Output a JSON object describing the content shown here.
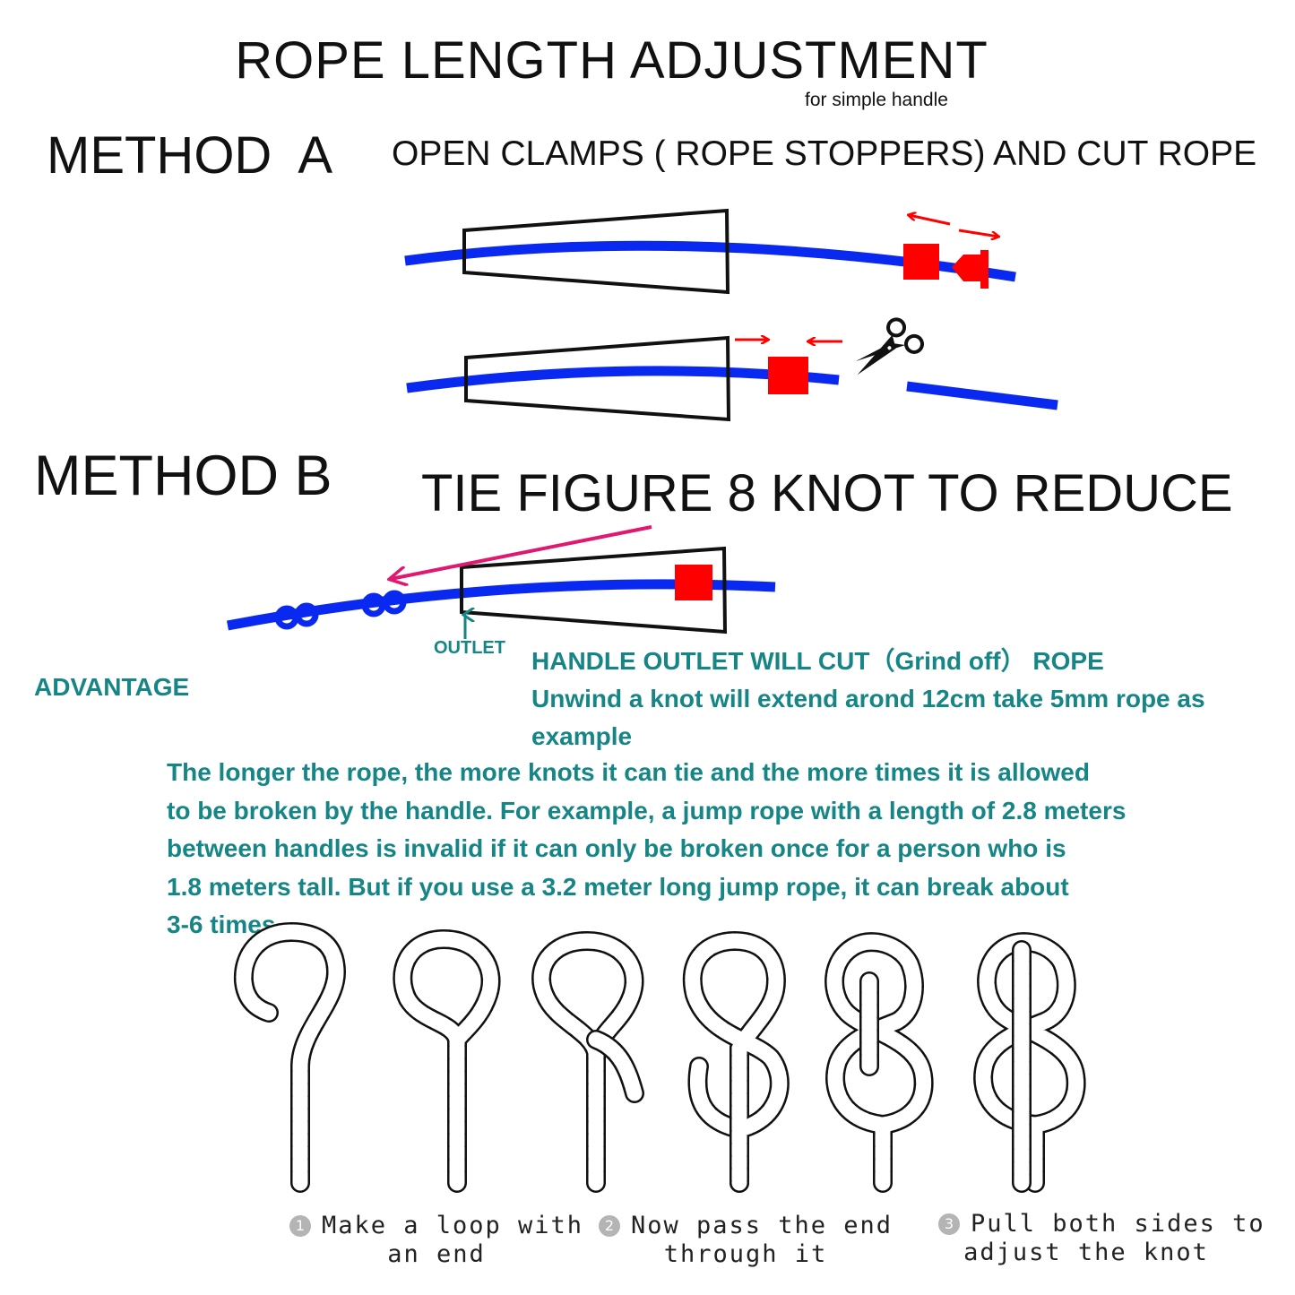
{
  "title": "ROPE LENGTH ADJUSTMENT",
  "subtitle": "for simple handle",
  "method_a": {
    "label": "METHOD  A",
    "instruction": "OPEN CLAMPS ( ROPE STOPPERS) AND CUT ROPE"
  },
  "method_b": {
    "label": "METHOD B",
    "instruction": "TIE FIGURE 8 KNOT TO REDUCE",
    "outlet_label": "OUTLET"
  },
  "advantage_label": "ADVANTAGE",
  "warning_line1": "HANDLE OUTLET WILL CUT（Grind off）  ROPE",
  "warning_line2": "Unwind a knot will extend arond 12cm take 5mm rope as example",
  "paragraph": {
    "line1": "The longer the rope, the more knots it can tie and the more times it is allowed",
    "line2": "to be broken by the handle. For example, a jump rope with a length of 2.8 meters",
    "line3": "between handles is invalid if it can only be broken once for a person who is",
    "line4": "1.8 meters tall. But if you use a 3.2 meter long jump rope, it can break about",
    "line5": "3-6 times."
  },
  "steps": [
    {
      "num": "1",
      "line1": "Make a loop with",
      "line2": "an end"
    },
    {
      "num": "2",
      "line1": "Now pass the end",
      "line2": "through it"
    },
    {
      "num": "3",
      "line1": "Pull both sides to",
      "line2": "adjust the knot"
    }
  ],
  "colors": {
    "rope": "#0a29f0",
    "stopper": "#ff0000",
    "pull_arrow": "#e0186f",
    "teal_text": "#168586"
  },
  "icons": [
    "scissors-icon",
    "direction-arrow-icon",
    "figure-8-knot-icon"
  ]
}
